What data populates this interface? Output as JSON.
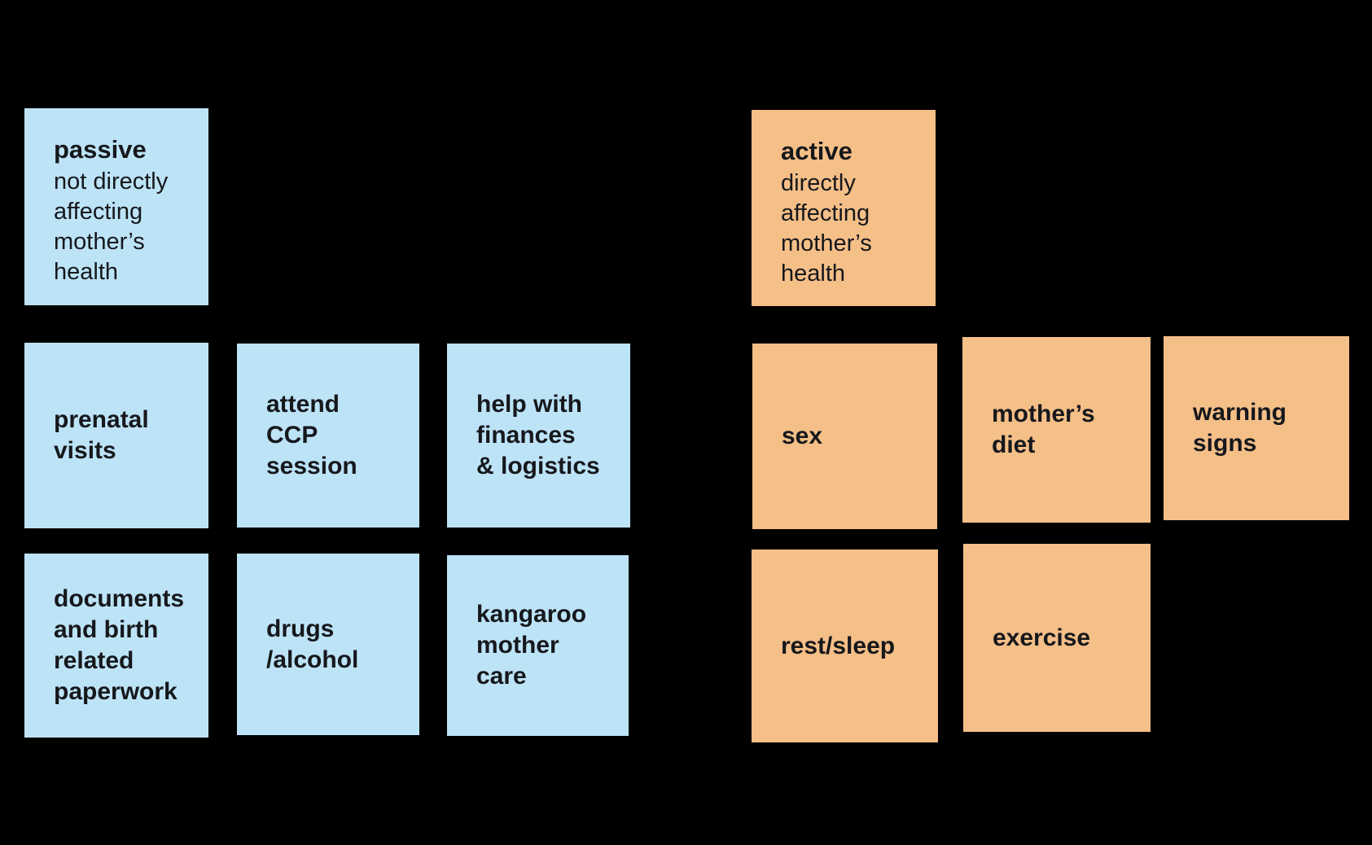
{
  "board": {
    "background_color": "#000000",
    "groups": [
      {
        "id": "passive",
        "note_color": "#bde3f7",
        "header": {
          "title": "passive",
          "description": "not directly\naffecting\nmother’s\nhealth"
        },
        "notes": [
          {
            "label": "prenatal\nvisits"
          },
          {
            "label": "attend\nCCP\nsession"
          },
          {
            "label": "help with\nfinances\n& logistics"
          },
          {
            "label": "documents\nand birth\nrelated\npaperwork"
          },
          {
            "label": "drugs\n/alcohol"
          },
          {
            "label": "kangaroo\nmother\ncare"
          }
        ]
      },
      {
        "id": "active",
        "note_color": "#f5bf88",
        "header": {
          "title": "active",
          "description": "directly\naffecting\nmother’s\nhealth"
        },
        "notes": [
          {
            "label": "sex"
          },
          {
            "label": "mother’s\ndiet"
          },
          {
            "label": "warning\nsigns"
          },
          {
            "label": "rest/sleep"
          },
          {
            "label": "exercise"
          }
        ]
      }
    ]
  }
}
